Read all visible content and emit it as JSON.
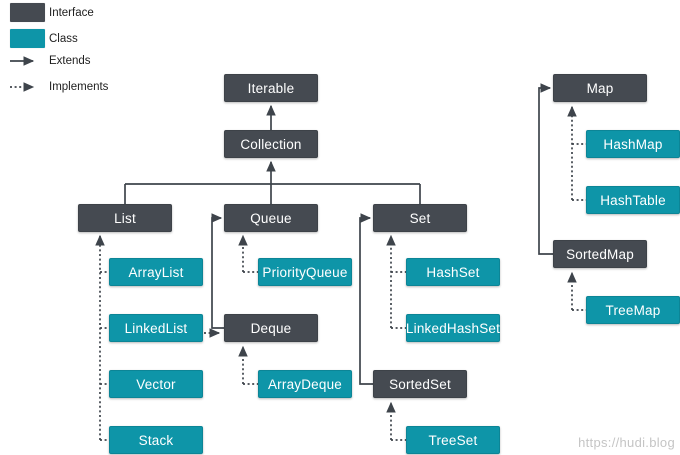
{
  "legend": {
    "items": [
      {
        "label": "Interface",
        "marker": "interface-color-swatch"
      },
      {
        "label": "Class",
        "marker": "class-color-swatch"
      },
      {
        "label": "Extends",
        "marker": "solid-arrow"
      },
      {
        "label": "Implements",
        "marker": "dotted-arrow"
      }
    ]
  },
  "nodes": {
    "iterable": {
      "label": "Iterable",
      "type": "interface"
    },
    "collection": {
      "label": "Collection",
      "type": "interface"
    },
    "list": {
      "label": "List",
      "type": "interface"
    },
    "queue": {
      "label": "Queue",
      "type": "interface"
    },
    "set": {
      "label": "Set",
      "type": "interface"
    },
    "deque": {
      "label": "Deque",
      "type": "interface"
    },
    "sortedset": {
      "label": "SortedSet",
      "type": "interface"
    },
    "map": {
      "label": "Map",
      "type": "interface"
    },
    "sortedmap": {
      "label": "SortedMap",
      "type": "interface"
    },
    "arraylist": {
      "label": "ArrayList",
      "type": "class"
    },
    "linkedlist": {
      "label": "LinkedList",
      "type": "class"
    },
    "vector": {
      "label": "Vector",
      "type": "class"
    },
    "stack": {
      "label": "Stack",
      "type": "class"
    },
    "priorityqueue": {
      "label": "PriorityQueue",
      "type": "class"
    },
    "arraydeque": {
      "label": "ArrayDeque",
      "type": "class"
    },
    "hashset": {
      "label": "HashSet",
      "type": "class"
    },
    "linkedhashset": {
      "label": "LinkedHashSet",
      "type": "class"
    },
    "treeset": {
      "label": "TreeSet",
      "type": "class"
    },
    "hashmap": {
      "label": "HashMap",
      "type": "class"
    },
    "hashtable": {
      "label": "HashTable",
      "type": "class"
    },
    "treemap": {
      "label": "TreeMap",
      "type": "class"
    }
  },
  "edges": [
    {
      "from": "Collection",
      "to": "Iterable",
      "type": "extends"
    },
    {
      "from": "List",
      "to": "Collection",
      "type": "extends"
    },
    {
      "from": "Queue",
      "to": "Collection",
      "type": "extends"
    },
    {
      "from": "Set",
      "to": "Collection",
      "type": "extends"
    },
    {
      "from": "Deque",
      "to": "Queue",
      "type": "extends"
    },
    {
      "from": "SortedSet",
      "to": "Set",
      "type": "extends"
    },
    {
      "from": "SortedMap",
      "to": "Map",
      "type": "extends"
    },
    {
      "from": "ArrayList",
      "to": "List",
      "type": "implements"
    },
    {
      "from": "LinkedList",
      "to": "List",
      "type": "implements"
    },
    {
      "from": "Vector",
      "to": "List",
      "type": "implements"
    },
    {
      "from": "Stack",
      "to": "List",
      "type": "implements"
    },
    {
      "from": "PriorityQueue",
      "to": "Queue",
      "type": "implements"
    },
    {
      "from": "LinkedList",
      "to": "Deque",
      "type": "implements"
    },
    {
      "from": "ArrayDeque",
      "to": "Deque",
      "type": "implements"
    },
    {
      "from": "HashSet",
      "to": "Set",
      "type": "implements"
    },
    {
      "from": "LinkedHashSet",
      "to": "Set",
      "type": "implements"
    },
    {
      "from": "TreeSet",
      "to": "SortedSet",
      "type": "implements"
    },
    {
      "from": "HashMap",
      "to": "Map",
      "type": "implements"
    },
    {
      "from": "HashTable",
      "to": "Map",
      "type": "implements"
    },
    {
      "from": "TreeMap",
      "to": "SortedMap",
      "type": "implements"
    }
  ],
  "colors": {
    "interface_fill": "#454a51",
    "class_fill": "#0e95a8",
    "connector": "#3e444b",
    "node_text": "#ffffff",
    "watermark_text": "#c5c5c5",
    "background": "#ffffff"
  },
  "watermark": {
    "text": "https://hudi.blog"
  }
}
